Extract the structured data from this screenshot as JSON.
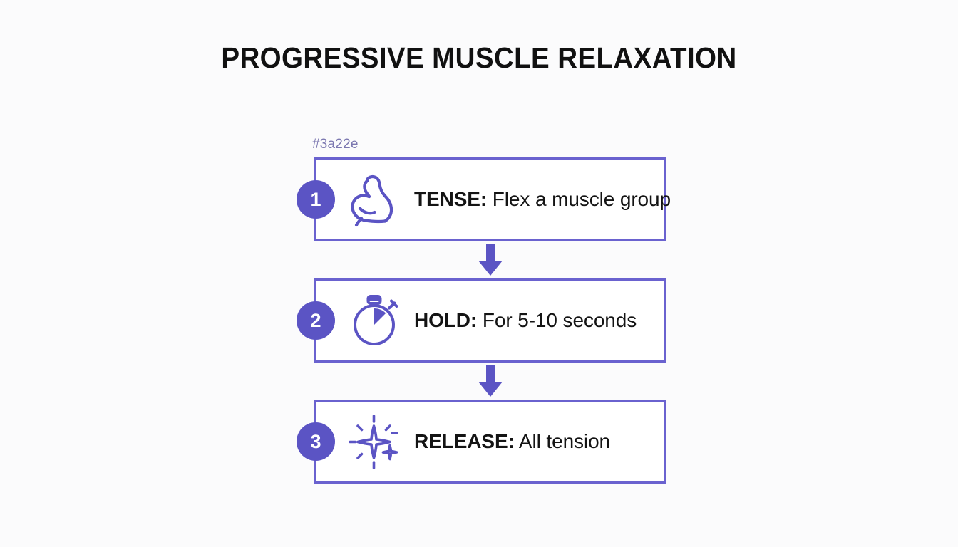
{
  "page": {
    "title": "PROGRESSIVE MUSCLE RELAXATION",
    "background_color": "#fbfbfc"
  },
  "hex_label": {
    "text": "#3a22e",
    "color": "#7b77b0"
  },
  "theme": {
    "accent": "#5b54c4",
    "border": "#6a62cf",
    "arrow": "#5b54c4",
    "text": "#141414",
    "box_fill": "#ffffff"
  },
  "steps": [
    {
      "number": "1",
      "icon": "flexed-bicep-icon",
      "label": "TENSE:",
      "description": "Flex a muscle group"
    },
    {
      "number": "2",
      "icon": "stopwatch-icon",
      "label": "HOLD:",
      "description": "For 5-10 seconds"
    },
    {
      "number": "3",
      "icon": "sparkle-icon",
      "label": "RELEASE:",
      "description": "All tension"
    }
  ],
  "connectors": [
    {
      "name": "arrow-down-1"
    },
    {
      "name": "arrow-down-2"
    }
  ]
}
